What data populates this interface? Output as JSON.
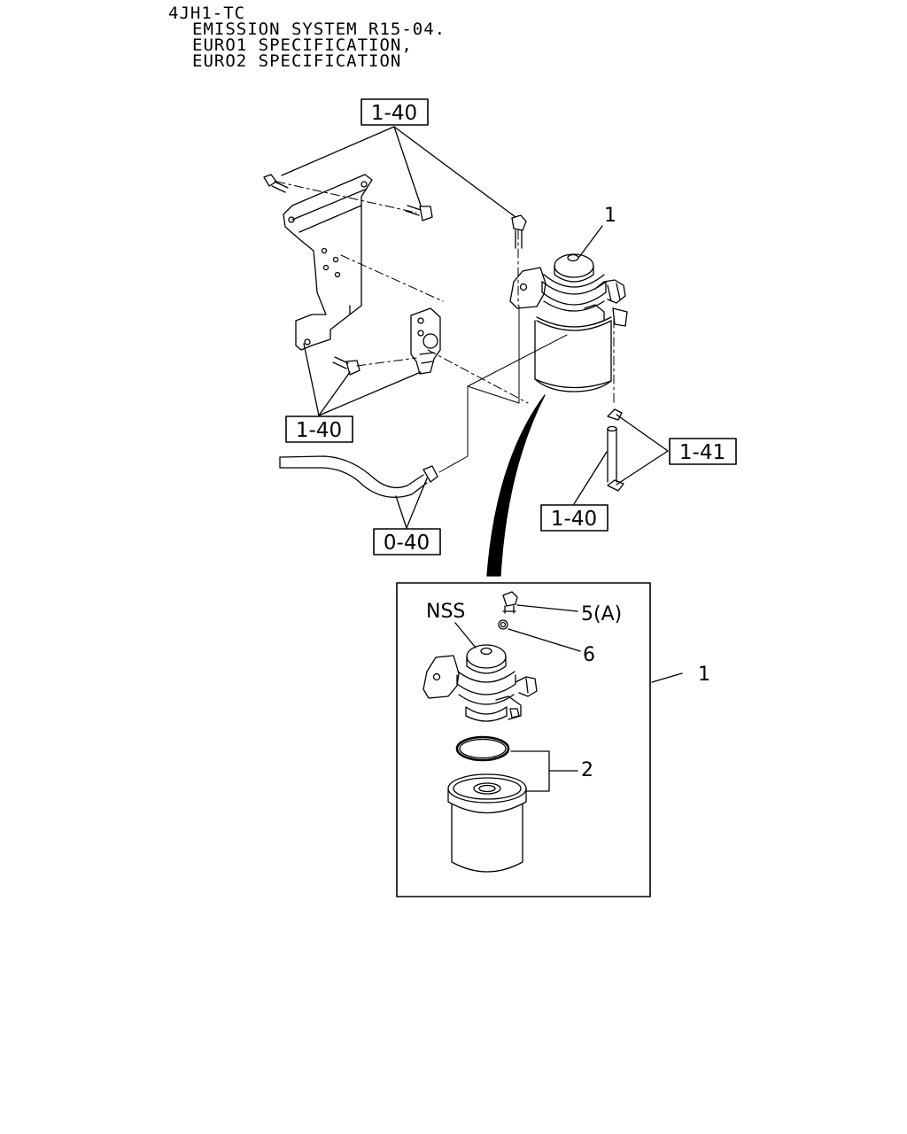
{
  "header": {
    "model": "4JH1-TC",
    "line1": "EMISSION SYSTEM R15-04.",
    "line2": "EURO1 SPECIFICATION,",
    "line3": "EURO2 SPECIFICATION"
  },
  "refs": {
    "bracket_bolts_top": "1-40",
    "bracket_bolts_bottom": "1-40",
    "pipe_clips": "1-41",
    "pipe": "1-40",
    "hose": "0-40"
  },
  "callouts": {
    "filter_assembly": "1",
    "detail_box": "1",
    "nss": "NSS",
    "plug": "5(A)",
    "washer": "6",
    "element_kit": "2"
  },
  "colors": {
    "line": "#000000",
    "background": "#ffffff"
  }
}
